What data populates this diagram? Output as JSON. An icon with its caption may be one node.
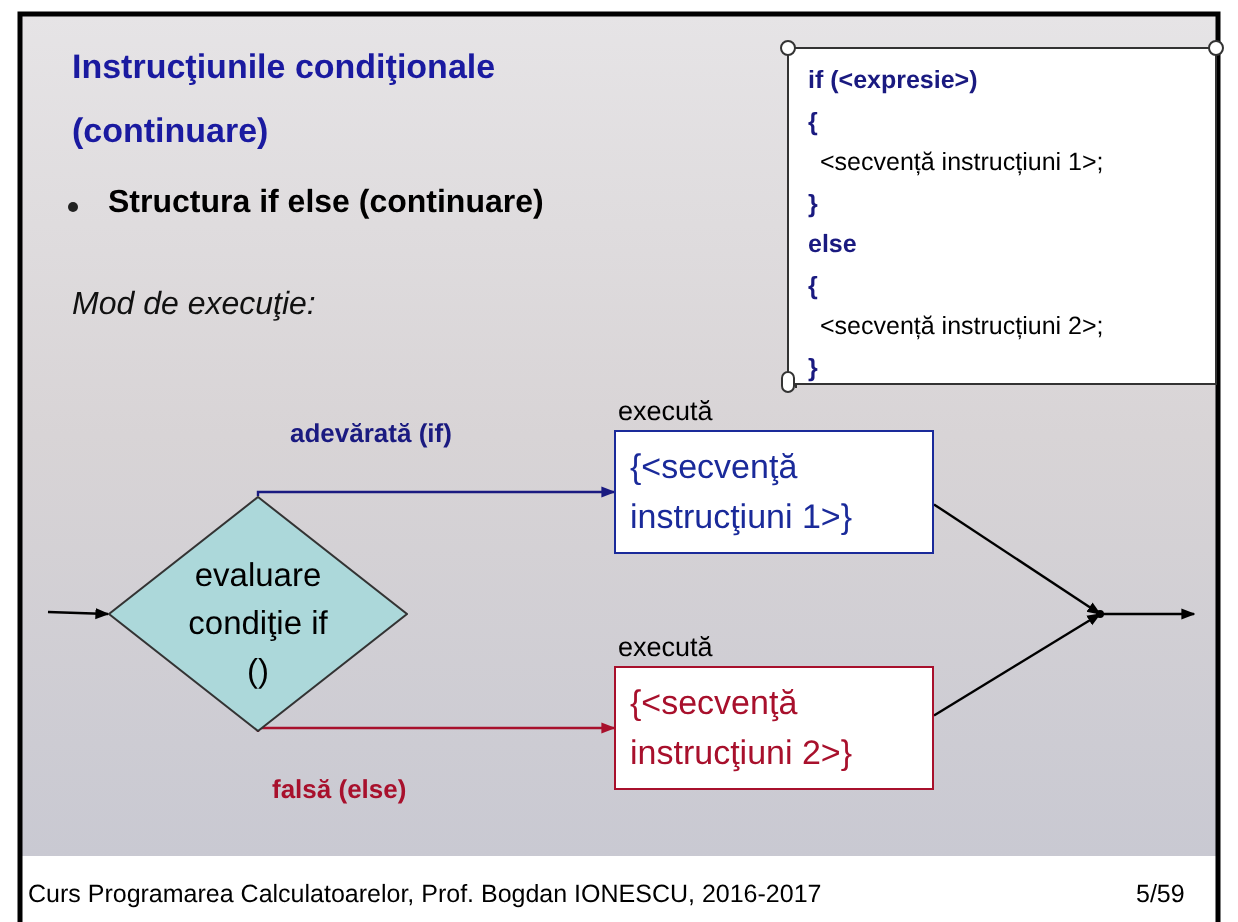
{
  "diagram": {
    "title": "Instrucţiunile condiţionale (continuare)",
    "nodes": [
      {
        "text": [
          "if (<expresie>)",
          "{",
          "<secvență instrucțiuni 1>;",
          "}",
          "else",
          "{",
          "<secvență instrucțiuni 2>;",
          "}"
        ]
      },
      {
        "text": [
          "evaluare condiţie if ()"
        ]
      },
      {
        "text": [
          "{<secvenţă instrucţiuni 1>}"
        ],
        "beside": [
          "execută"
        ]
      },
      {
        "text": [
          "{<secvenţă instrucţiuni 2>}"
        ],
        "beside": [
          "execută"
        ]
      },
      {
        "text": [],
        "shape": "point"
      }
    ],
    "edges": [
      {
        "from": null,
        "to": 1,
        "arrow": "to"
      },
      {
        "from": 1,
        "to": 2,
        "arrow": "to",
        "label": "adevărată (if)",
        "color": "#1a1a80"
      },
      {
        "from": 1,
        "to": 3,
        "arrow": "to",
        "label": "falsă (else)",
        "color": "#a8102c"
      },
      {
        "from": 2,
        "to": 4,
        "arrow": "to"
      },
      {
        "from": 3,
        "to": 4,
        "arrow": "to"
      },
      {
        "from": 4,
        "to": null,
        "arrow": "to"
      }
    ],
    "labels": [
      "Structura if else (continuare)",
      "Mod de execuţie:",
      "Curs Programarea Calculatoarelor, Prof. Bogdan IONESCU, 2016-2017",
      "5/59"
    ]
  }
}
